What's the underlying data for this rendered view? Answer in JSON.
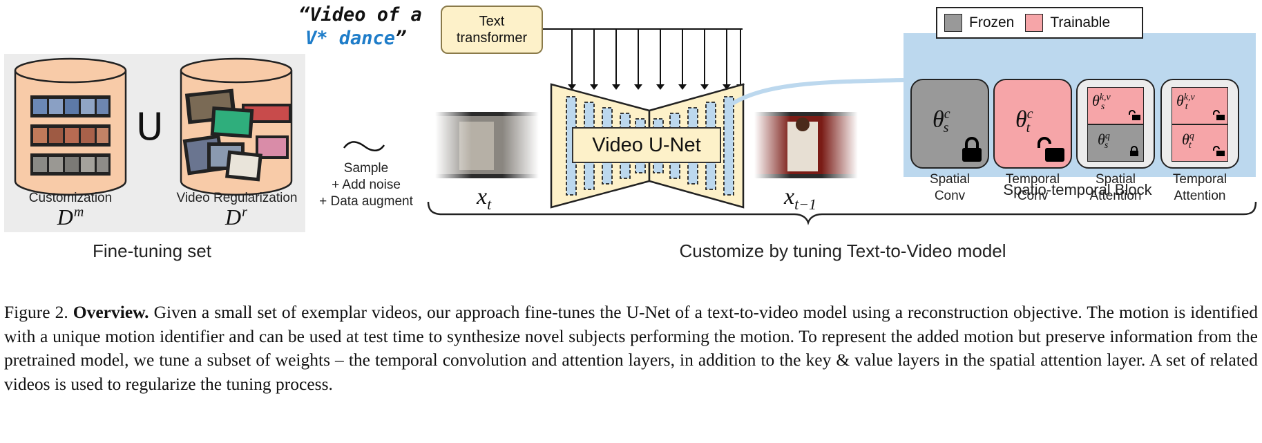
{
  "prompt": {
    "line1": "“Video of a",
    "line2_subject": "V* dance",
    "line2_close": "”"
  },
  "text_transformer": {
    "line1": "Text",
    "line2": "transformer"
  },
  "finetune": {
    "customization_label": "Customization",
    "customization_symbol": "D",
    "customization_sup": "m",
    "union_symbol": "U",
    "regularization_label": "Video Regularization",
    "regularization_symbol": "D",
    "regularization_sup": "r",
    "title": "Fine-tuning set"
  },
  "sample": {
    "line1": "Sample",
    "line2": "+ Add noise",
    "line3": "+ Data augment"
  },
  "noisy_var": {
    "base": "x",
    "sub": "t"
  },
  "denoised_var": {
    "base": "x",
    "sub": "t−1"
  },
  "unet": {
    "label": "Video U-Net"
  },
  "legend": {
    "frozen": "Frozen",
    "trainable": "Trainable"
  },
  "block": {
    "title": "Spatio-temporal Block",
    "spatial_conv": {
      "symbol": "θ",
      "sup": "c",
      "sub": "s",
      "cap1": "Spatial",
      "cap2": "Conv"
    },
    "temporal_conv": {
      "symbol": "θ",
      "sup": "c",
      "sub": "t",
      "cap1": "Temporal",
      "cap2": "Conv"
    },
    "spatial_attn": {
      "kv_sup": "k,v",
      "kv_sub": "s",
      "q_sup": "q",
      "q_sub": "s",
      "cap1": "Spatial",
      "cap2": "Attention"
    },
    "temporal_attn": {
      "kv_sup": "k,v",
      "kv_sub": "t",
      "q_sup": "q",
      "q_sub": "t",
      "cap1": "Temporal",
      "cap2": "Attention"
    }
  },
  "customize_title": "Customize by tuning Text-to-Video model",
  "caption": {
    "prefix": "Figure 2.",
    "bold": "Overview.",
    "body": "Given a small set of exemplar videos, our approach fine-tunes the U-Net of a text-to-video model using a reconstruction objective. The motion is identified with a unique motion identifier and can be used at test time to synthesize novel subjects performing the motion. To represent the added motion but preserve information from the pretrained model, we tune a subset of weights – the temporal convolution and attention layers, in addition to the key & value layers in the spatial attention layer.  A set of related videos is used to regularize the tuning process."
  },
  "colors": {
    "cylinder": "#f8cba8",
    "yellow": "#fdf1c9",
    "blue_panel": "#bcd8ee",
    "frozen": "#999999",
    "trainable": "#f6a5a8",
    "prompt_blue": "#1f7dc9"
  }
}
